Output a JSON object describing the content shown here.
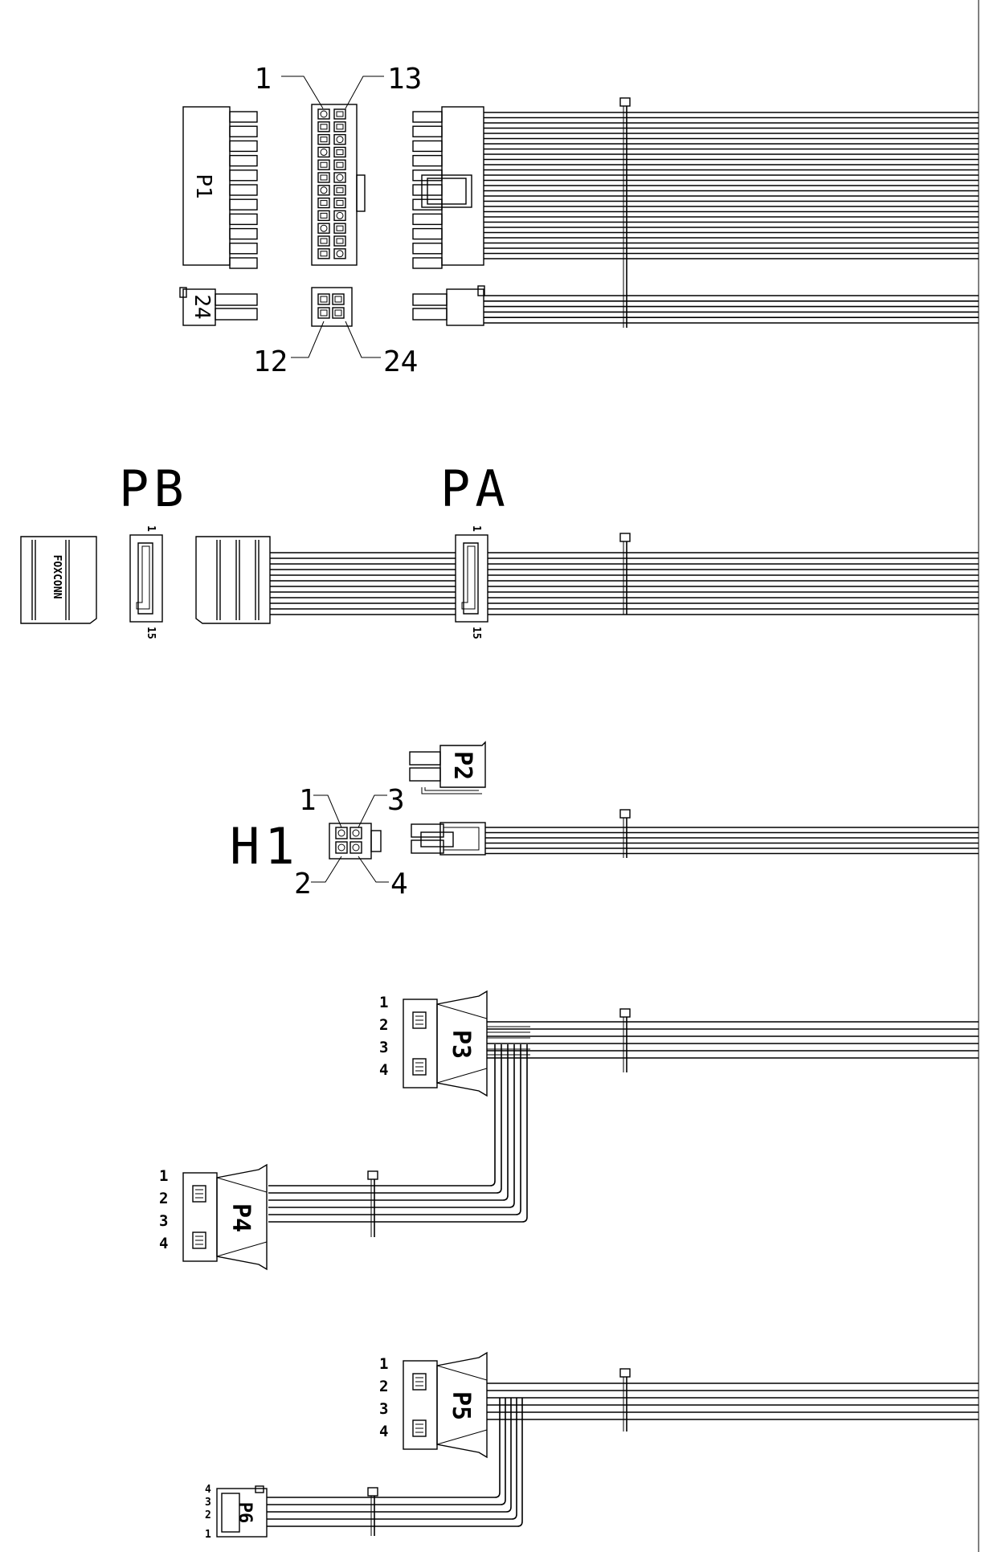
{
  "p1_group": {
    "connector_label": "P1",
    "detached_label": "24",
    "pin_top_left": "1",
    "pin_top_right": "13",
    "pin_bottom_left": "12",
    "pin_bottom_right": "24"
  },
  "sata_group": {
    "label_pb": "PB",
    "label_pa": "PA",
    "brand": "FOXCONN",
    "pb_pin_first": "1",
    "pb_pin_last": "15",
    "pa_pin_first": "1",
    "pa_pin_last": "15"
  },
  "h1_group": {
    "label_h1": "H1",
    "connector_label": "P2",
    "pin_1": "1",
    "pin_2": "2",
    "pin_3": "3",
    "pin_4": "4"
  },
  "molex_group": {
    "p3_label": "P3",
    "p4_label": "P4",
    "p3_pins": [
      "1",
      "2",
      "3",
      "4"
    ],
    "p4_pins": [
      "1",
      "2",
      "3",
      "4"
    ]
  },
  "molex_floppy_group": {
    "p5_label": "P5",
    "p6_label": "P6",
    "p5_pins": [
      "1",
      "2",
      "3",
      "4"
    ],
    "p6_pins": [
      "4",
      "3",
      "2",
      "1"
    ]
  }
}
